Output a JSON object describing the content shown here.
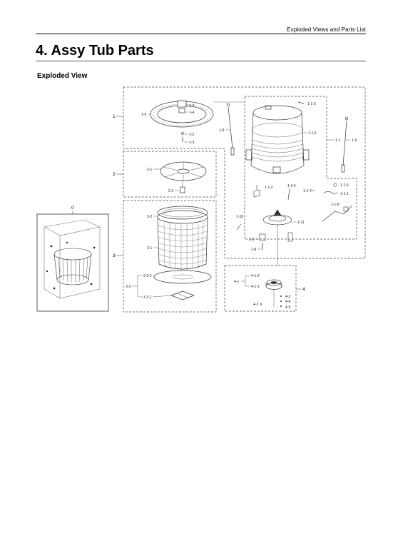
{
  "header": {
    "section": "Exploded Views and Parts List"
  },
  "title": "4.  Assy Tub Parts",
  "subtitle": "Exploded View",
  "groups": {
    "g0": "0",
    "g1": "1",
    "g2": "2",
    "g3": "3",
    "g4": "4"
  },
  "labels": {
    "l1_7": "1-7",
    "l1_4": "1-4",
    "l1_6": "1-6",
    "l1_2": "1-2",
    "l1_3": "1-3",
    "l1_9a": "1-9",
    "l1_9b": "1-9",
    "l1_1_3": "1-1-3",
    "l1_1_6": "1-1-6",
    "l1_1": "1-1",
    "l1_1_2": "1-1-2",
    "l1_1_4": "1-1-4",
    "l1_1_7": "1-1-7",
    "l1_1_5": "1-1-5",
    "l1_1_1": "1-1-1",
    "l1_1_8": "1-1-8",
    "l1_10": "1-10",
    "l1_11": "1-11",
    "l1_5": "1-5",
    "l1_8": "1-8",
    "l2_1": "2-1",
    "l2_2": "2-2",
    "l3_2": "3-2",
    "l3_1": "3-1",
    "l3_3": "3-3",
    "l3_3_2": "3-3-2",
    "l3_3_1": "3-3-1",
    "l4_1": "4-1",
    "l4_1_2": "4-1-2",
    "l4_1_1": "4-1-1",
    "l4_2": "4-2",
    "l4_3": "4-3",
    "l4_4": "4-4",
    "l4_5": "4-5"
  },
  "colors": {
    "line": "#333333",
    "dash": "#444444"
  }
}
